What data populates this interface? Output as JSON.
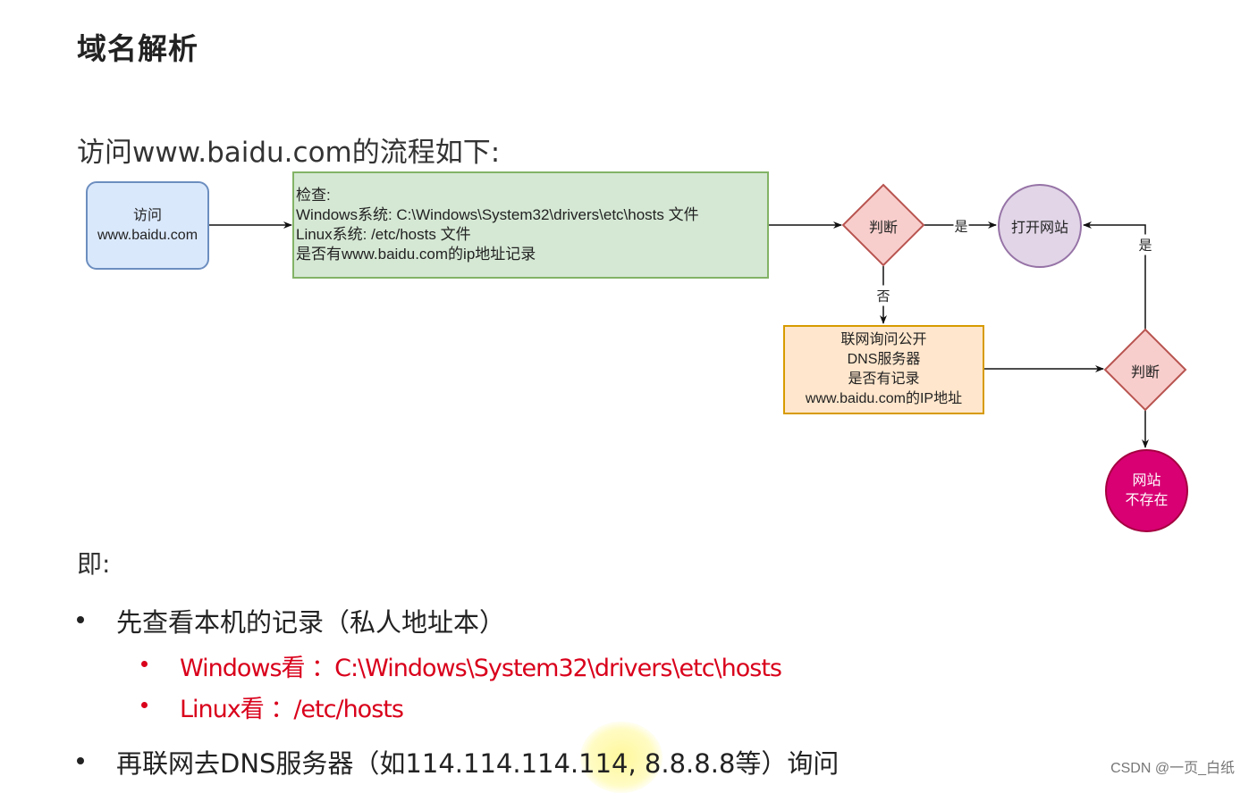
{
  "title": "域名解析",
  "subtitle": "访问www.baidu.com的流程如下:",
  "diagram": {
    "visit_box": [
      "访问",
      "www.baidu.com"
    ],
    "check_box": [
      "检查:",
      "Windows系统: C:\\Windows\\System32\\drivers\\etc\\hosts 文件",
      "Linux系统: /etc/hosts 文件",
      "是否有www.baidu.com的ip地址记录"
    ],
    "decision_1": "判断",
    "open_site": "打开网站",
    "dns_box": [
      "联网询问公开",
      "DNS服务器",
      "是否有记录",
      "www.baidu.com的IP地址"
    ],
    "decision_2": "判断",
    "no_site": [
      "网站",
      "不存在"
    ],
    "label_yes_1": "是",
    "label_no": "否",
    "label_yes_2": "是"
  },
  "summary": {
    "ji_label": "即:",
    "bullet_1": "先查看本机的记录（私人地址本）",
    "sub_windows": "Windows看 ：C:\\Windows\\System32\\drivers\\etc\\hosts",
    "sub_linux": "Linux看 ：/etc/hosts",
    "bullet_2": "再联网去DNS服务器（如114.114.114.114, 8.8.8.8等）询问"
  },
  "watermark": "CSDN @一页_白纸"
}
